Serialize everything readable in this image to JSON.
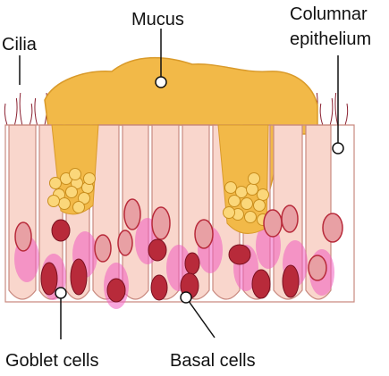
{
  "labels": {
    "cilia": "Cilia",
    "mucus": "Mucus",
    "columnar_line1": "Columnar",
    "columnar_line2": "epithelium",
    "goblet": "Goblet cells",
    "basal": "Basal cells"
  },
  "colors": {
    "cell_fill": "#f9d6cc",
    "cell_outline": "#c98a80",
    "mucus": "#f2b948",
    "mucus_outline": "#d99a2a",
    "nucleus": "#e8a0a4",
    "nucleus_dark": "#b82a3a",
    "basal_pink": "#f05cc0",
    "cilia": "#8a2030"
  }
}
